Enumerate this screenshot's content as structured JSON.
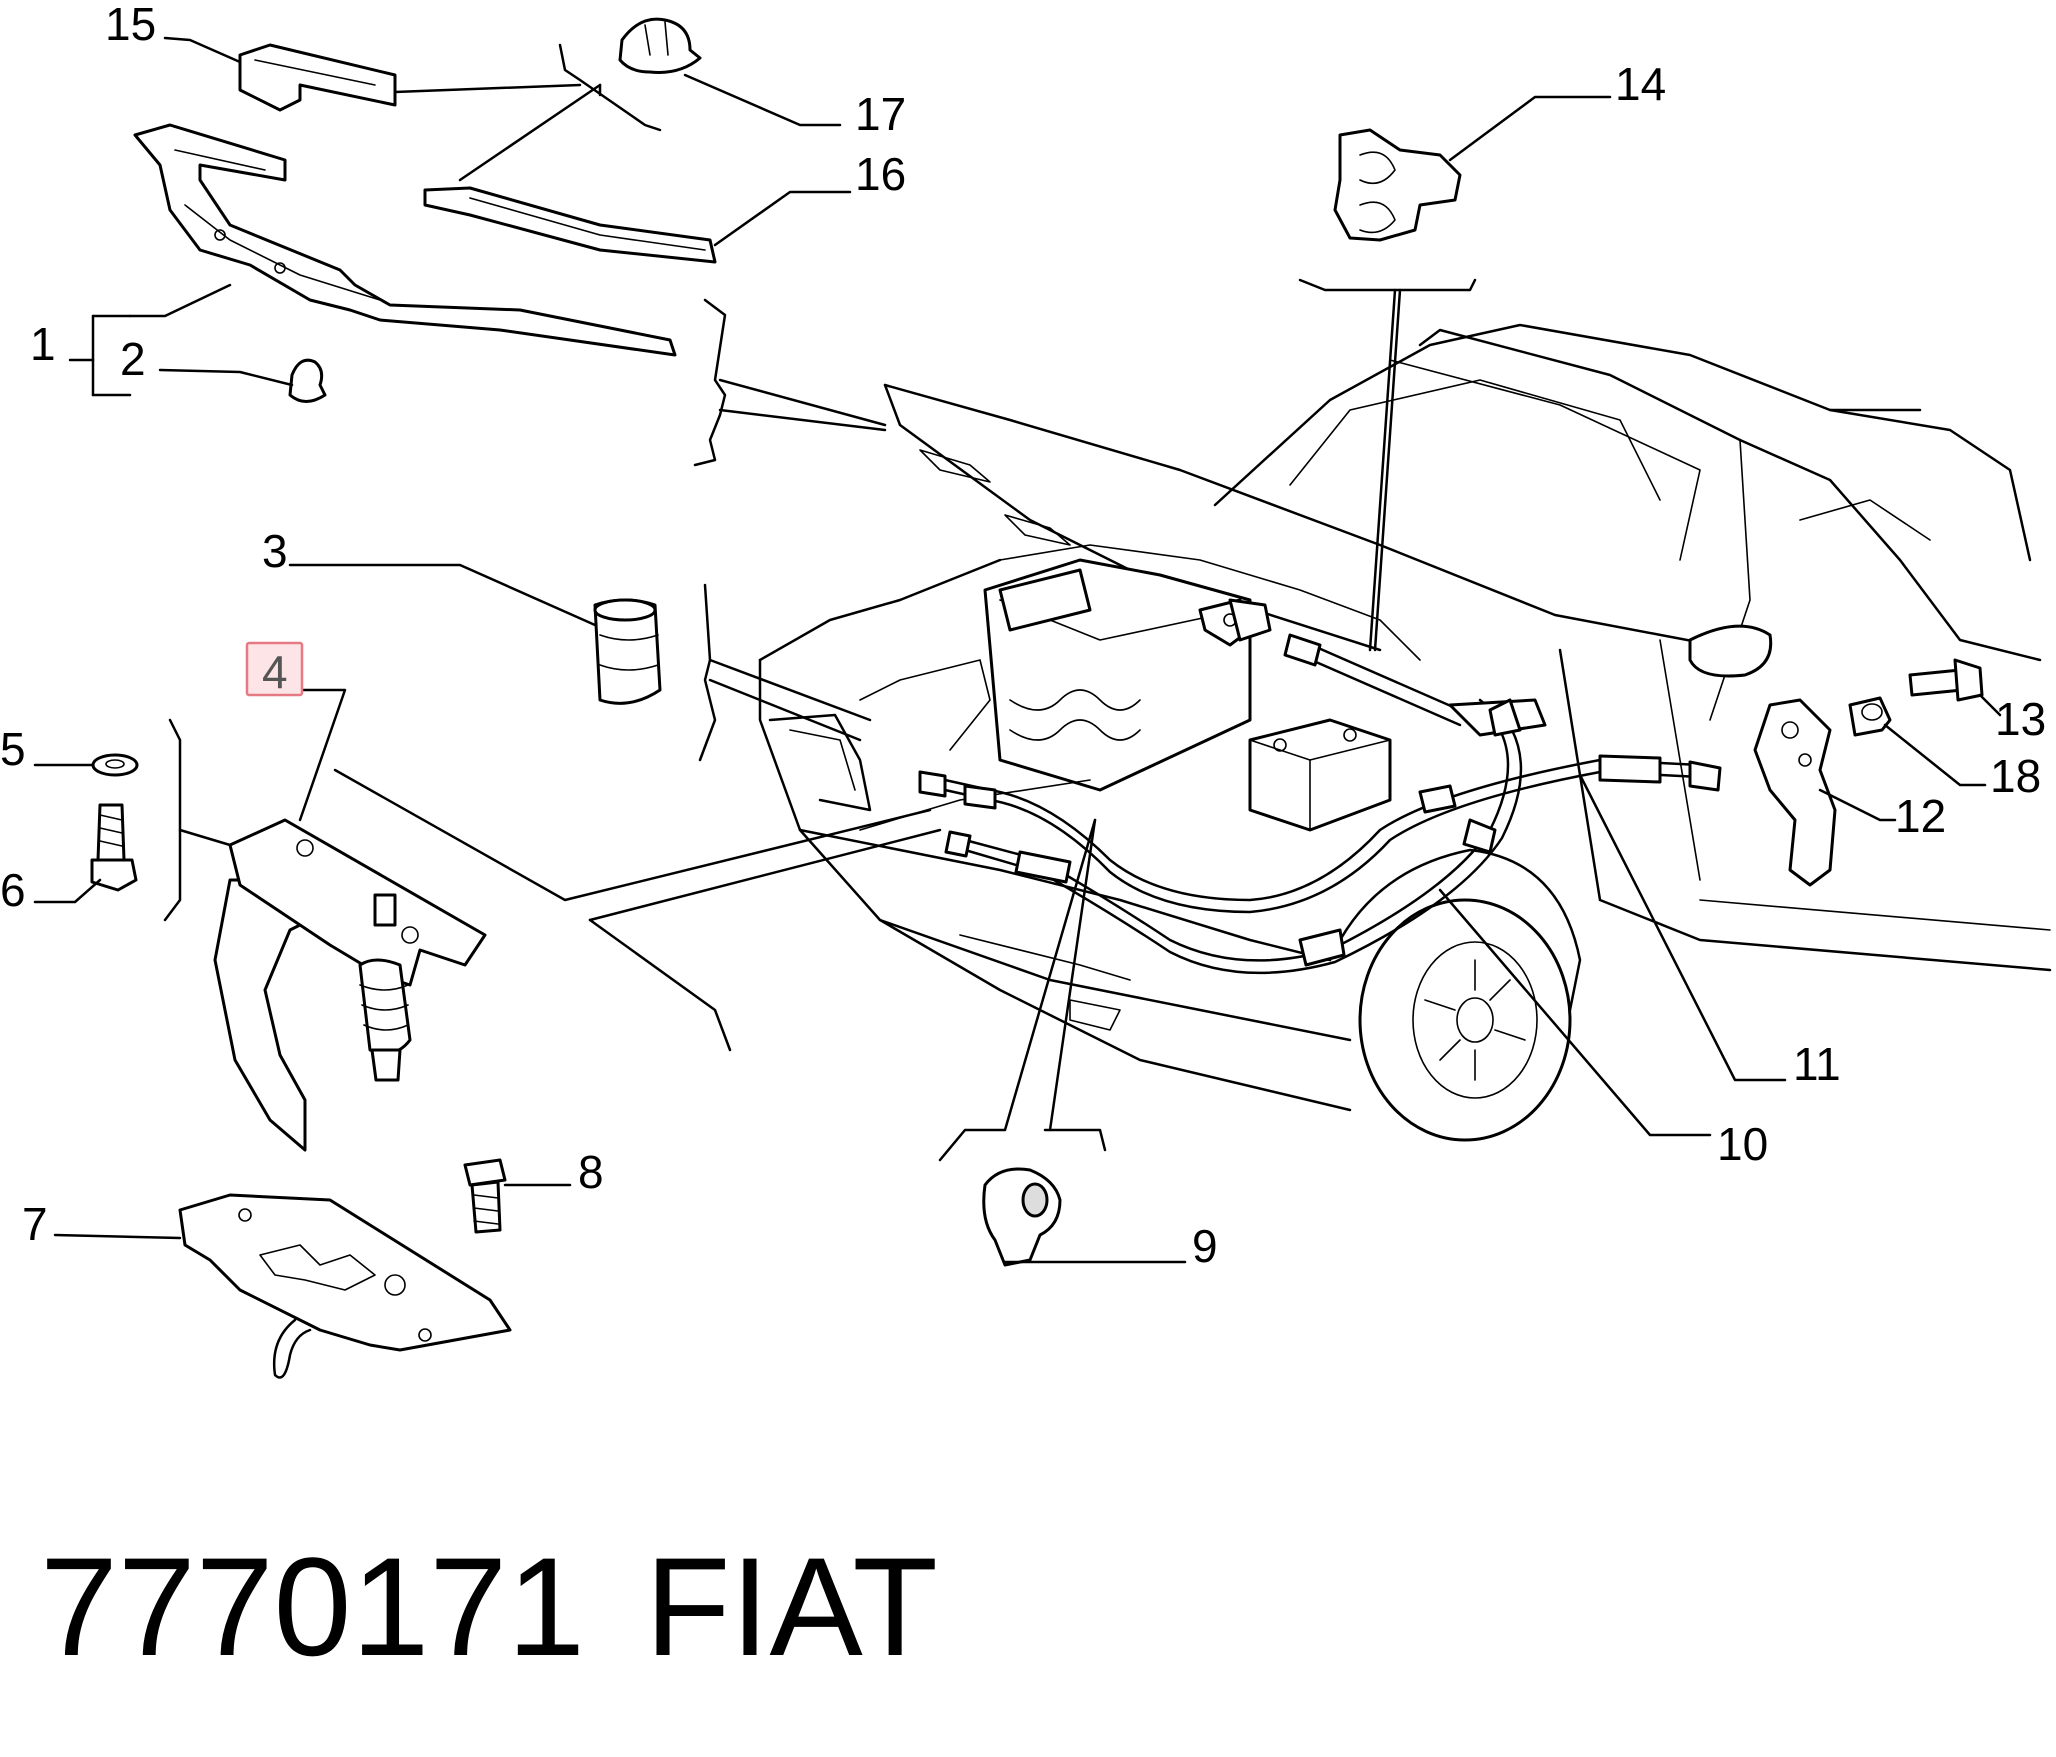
{
  "callouts": [
    {
      "id": "c1",
      "label": "1"
    },
    {
      "id": "c2",
      "label": "2"
    },
    {
      "id": "c3",
      "label": "3"
    },
    {
      "id": "c4",
      "label": "4",
      "highlighted": true
    },
    {
      "id": "c5",
      "label": "5"
    },
    {
      "id": "c6",
      "label": "6"
    },
    {
      "id": "c7",
      "label": "7"
    },
    {
      "id": "c8",
      "label": "8"
    },
    {
      "id": "c9",
      "label": "9"
    },
    {
      "id": "c10",
      "label": "10"
    },
    {
      "id": "c11",
      "label": "11"
    },
    {
      "id": "c12",
      "label": "12"
    },
    {
      "id": "c13",
      "label": "13"
    },
    {
      "id": "c14",
      "label": "14"
    },
    {
      "id": "c15",
      "label": "15"
    },
    {
      "id": "c16",
      "label": "16"
    },
    {
      "id": "c17",
      "label": "17"
    },
    {
      "id": "c18",
      "label": "18"
    }
  ],
  "footer": {
    "part_number": "7770171",
    "brand": "FIAT"
  },
  "colors": {
    "line": "#000000",
    "background": "#ffffff",
    "highlight_fill": "#fde4e6",
    "highlight_stroke": "#e67a84"
  }
}
